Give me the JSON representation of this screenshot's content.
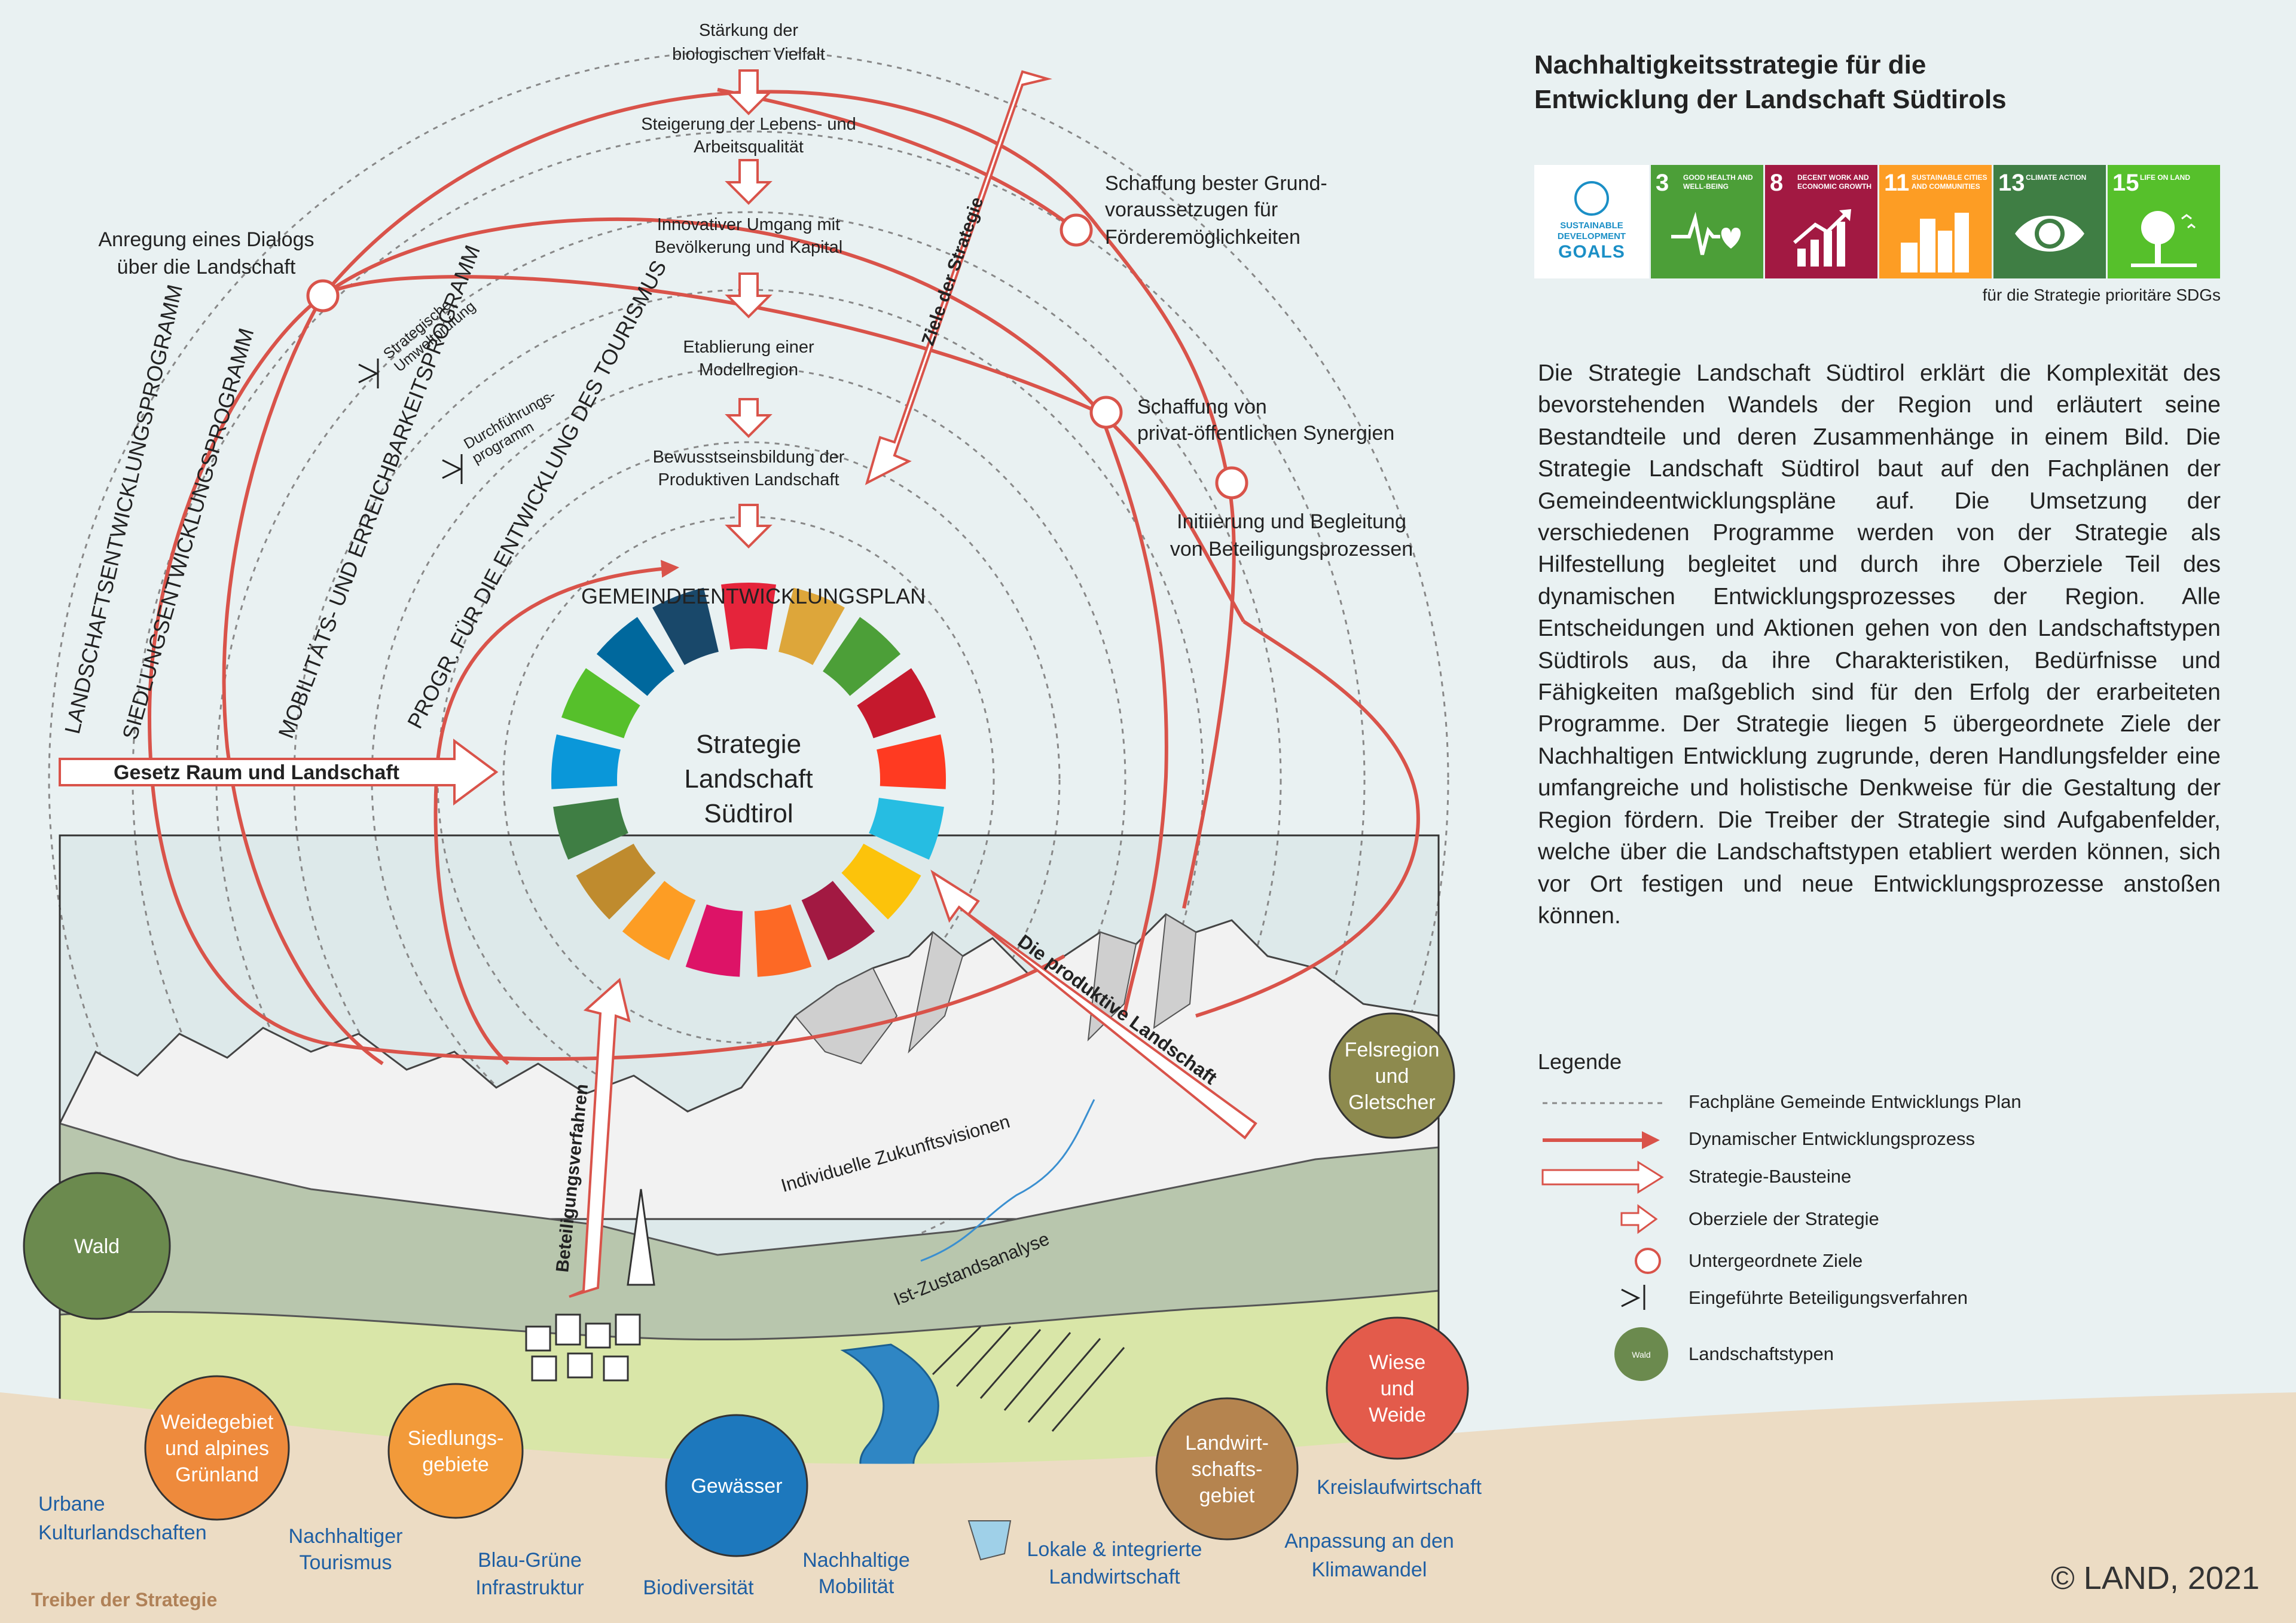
{
  "title_line1": "Nachhaltigkeitsstrategie für die",
  "title_line2": "Entwicklung der Landschaft Südtirols",
  "sdg_logo": {
    "line1": "SUSTAINABLE",
    "line2": "DEVELOPMENT",
    "line3": "GOALS"
  },
  "sdg_tiles": [
    {
      "num": "3",
      "label": "GOOD HEALTH AND WELL-BEING",
      "color": "#4c9f38",
      "icon": "heartbeat-icon"
    },
    {
      "num": "8",
      "label": "DECENT WORK AND ECONOMIC GROWTH",
      "color": "#a21942",
      "icon": "growth-chart-icon"
    },
    {
      "num": "11",
      "label": "SUSTAINABLE CITIES AND COMMUNITIES",
      "color": "#fd9d24",
      "icon": "city-icon"
    },
    {
      "num": "13",
      "label": "CLIMATE ACTION",
      "color": "#3f7e44",
      "icon": "eye-globe-icon"
    },
    {
      "num": "15",
      "label": "LIFE ON LAND",
      "color": "#56c02b",
      "icon": "tree-icon"
    }
  ],
  "sdg_caption": "für die Strategie prioritäre SDGs",
  "paragraph": "Die Strategie Landschaft Südtirol erklärt die Komplexität des bevorstehenden Wandels der Region und erläutert seine Bestandteile und deren Zusammenhänge in einem Bild. Die Strategie Landschaft Südtirol baut auf den Fachplänen der Gemeindeentwicklungspläne auf. Die Umsetzung der verschiedenen Programme werden von der Strategie als Hilfestellung begleitet und durch ihre Oberziele Teil des dynamischen Entwicklungsprozesses der Region. Alle Entscheidungen und Aktionen gehen von den Landschaftstypen Südtirols aus, da ihre Charakteristiken, Bedürfnisse und Fähigkeiten maßgeblich sind für den Erfolg der erarbeiteten Programme. Der Strategie liegen 5 übergeordnete Ziele der Nachhaltigen Entwicklung zugrunde, deren Handlungsfelder eine umfangreiche und holistische Denkweise für die Gestaltung der Region fördern. Die Treiber der Strategie sind Aufgabenfelder, welche über die Landschaftstypen etabliert werden können, sich vor Ort festigen und neue Entwicklungsprozesse anstoßen können.",
  "legend": {
    "title": "Legende",
    "items": [
      "Fachpläne Gemeinde Entwicklungs Plan",
      "Dynamischer Entwicklungsprozess",
      "Strategie-Bausteine",
      "Oberziele der Strategie",
      "Untergeordnete Ziele",
      "Eingeführte Beteiligungsverfahren",
      "Landschaftstypen"
    ],
    "sample_circle": "Wald"
  },
  "copyright": "© LAND, 2021",
  "center": {
    "line1": "Strategie",
    "line2": "Landschaft",
    "line3": "Südtirol"
  },
  "oberziele": [
    [
      "Stärkung der",
      "biologischen Vielfalt"
    ],
    [
      "Steigerung der Lebens- und",
      "Arbeitsqualität"
    ],
    [
      "Innovativer Umgang mit",
      "Bevölkerung und Kapital"
    ],
    [
      "Etablierung einer",
      "Modellregion"
    ],
    [
      "Bewusstseinsbildung der",
      "Produktiven Landschaft"
    ]
  ],
  "sub_goals": {
    "dialog": [
      "Anregung eines Dialogs",
      "über die Landschaft"
    ],
    "foerder": [
      "Schaffung bester Grund-",
      "voraussetzugen für",
      "Förderemöglichkeiten"
    ],
    "synergien": [
      "Schaffung von",
      "privat-öffentlichen Synergien"
    ],
    "beteiligung": [
      "Initiierung und Begleitung",
      "von Beteiligungsprozessen"
    ]
  },
  "programs": {
    "landschaft": "LANDSCHAFTSENTWICKLUNGSPROGRAMM",
    "siedlung": "SIEDLUNGSENTWICKLUNGSPROGRAMM",
    "mobilitaet": "MOBILITÄTS- UND ERREICHBARKEITSPROGRAMM",
    "tourismus": "PROGR. FÜR DIE ENTWICKLUNG DES TOURISMUS",
    "gemeinde": "GEMEINDEENTWICKLUNGSPLAN"
  },
  "procedures": {
    "sup_line1": "Strategische",
    "sup_line2": "Umweltprüfung",
    "dfp_line1": "Durchführungs-",
    "dfp_line2": "programm"
  },
  "arrows": {
    "gesetz": "Gesetz Raum und Landschaft",
    "ziele": "Ziele der Strategie",
    "produktive": "Die produktive Landschaft",
    "beteiligungsverfahren": "Beteiligungsverfahren"
  },
  "analysis": {
    "visionen": "Individuelle Zukunftsvisionen",
    "ist": "Ist-Zustandsanalyse"
  },
  "landscape_types": [
    {
      "lines": [
        "Wald"
      ],
      "color": "#6b8a4e"
    },
    {
      "lines": [
        "Felsregion",
        "und",
        "Gletscher"
      ],
      "color": "#8d8a4e"
    },
    {
      "lines": [
        "Weidegebiet",
        "und alpines",
        "Grünland"
      ],
      "color": "#ee8a3c"
    },
    {
      "lines": [
        "Siedlungs-",
        "gebiete"
      ],
      "color": "#f29a3a"
    },
    {
      "lines": [
        "Gewässer"
      ],
      "color": "#1d78bd"
    },
    {
      "lines": [
        "Landwirt-",
        "schafts-",
        "gebiet"
      ],
      "color": "#b5844f"
    },
    {
      "lines": [
        "Wiese",
        "und",
        "Weide"
      ],
      "color": "#e35b4b"
    }
  ],
  "drivers": [
    [
      "Urbane",
      "Kulturlandschaften"
    ],
    [
      "Nachhaltiger",
      "Tourismus"
    ],
    [
      "Blau-Grüne",
      "Infrastruktur"
    ],
    [
      "Biodiversität"
    ],
    [
      "Nachhaltige",
      "Mobilität"
    ],
    [
      "Lokale & integrierte",
      "Landwirtschaft"
    ],
    [
      "Anpassung an den",
      "Klimawandel"
    ],
    [
      "Kreislaufwirtschaft"
    ]
  ],
  "drivers_title": "Treiber der Strategie",
  "colors": {
    "accent_red": "#d9534a",
    "dotted_ring": "#888888",
    "sdg_wheel": [
      "#e5243b",
      "#dda63a",
      "#4c9f38",
      "#c5192d",
      "#ff3a21",
      "#26bde2",
      "#fcc30b",
      "#a21942",
      "#fd6925",
      "#dd1367",
      "#fd9d24",
      "#bf8b2e",
      "#3f7e44",
      "#0a97d9",
      "#56c02b",
      "#00689d",
      "#19486a"
    ]
  }
}
